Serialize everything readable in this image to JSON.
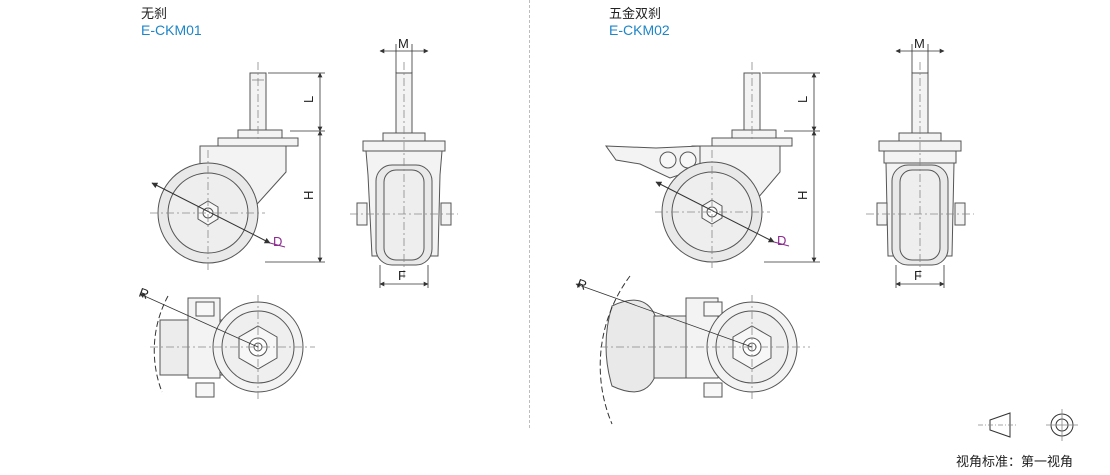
{
  "colors": {
    "code": "#1e86c8",
    "d_label": "#8b2a8f",
    "outline": "#555555",
    "fill_wheel": "#e9e9e9",
    "fill_hub": "#f3f3f3",
    "centerline": "#888888"
  },
  "variants": [
    {
      "title": "无刹",
      "code": "E-CKM01",
      "labels": {
        "m": "M",
        "l": "L",
        "h": "H",
        "f": "F",
        "d": "D",
        "r": "R"
      }
    },
    {
      "title": "五金双刹",
      "code": "E-CKM02",
      "labels": {
        "m": "M",
        "l": "L",
        "h": "H",
        "f": "F",
        "d": "D",
        "r": "R"
      }
    }
  ],
  "projection_standard": {
    "label": "视角标准：第一视角",
    "icons": [
      "truncated-cone-icon",
      "concentric-circles-icon"
    ]
  }
}
